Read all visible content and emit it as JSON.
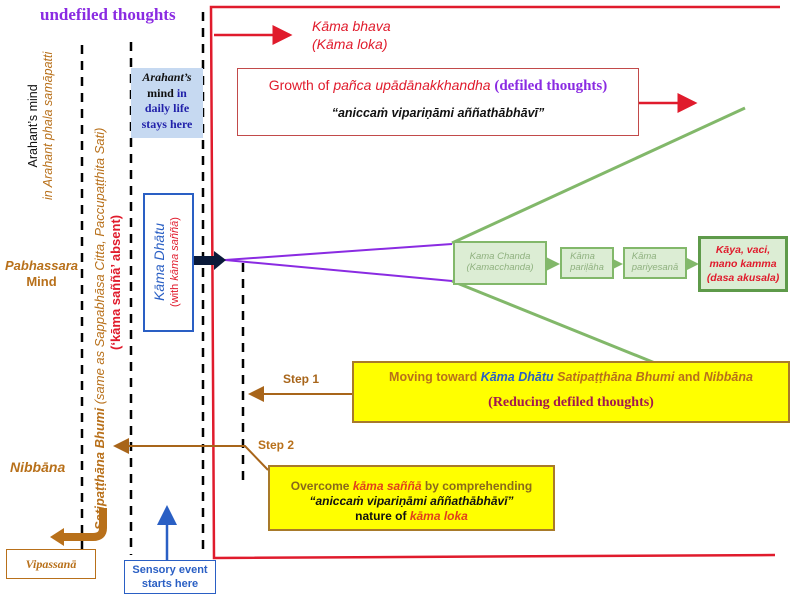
{
  "title": "undefiled thoughts",
  "kama_bhava": {
    "line1": "Kāma bhava",
    "line2_open": "(",
    "line2_text": "Kāma loka",
    "line2_close": ")"
  },
  "growth_box": {
    "prefix": "Growth of ",
    "term": "pañca upādānakkhandha",
    "suffix": " (defiled thoughts)",
    "quote": "“aniccaṁ vipariṇāmi aññathābhāvī”"
  },
  "arahant_daily": {
    "line1": "Arahant’s",
    "line2a": "mind ",
    "line2b": "in",
    "line3": "daily life",
    "line4": "stays here"
  },
  "arahant_samapatti": {
    "line1": "Arahant’s mind",
    "line2": "in Arahant phala samāpatti"
  },
  "pabhassara": {
    "line1": "Pabhassara",
    "line2": "Mind"
  },
  "satipatthana": {
    "term": "Satipaṭṭhāna Bhumi",
    "paren": " (same as Sappabhāsa Citta, Paccupaṭṭhita Sati)",
    "absent": "(‘kāma saññā’ absent)"
  },
  "kama_dhatu": {
    "line1": "Kāma Dhātu",
    "line2_open": "(with ",
    "line2_term": "kāma saññā",
    "line2_close": ")"
  },
  "nibbana": "Nibbāna",
  "vipassana": "Vipassanā",
  "sensory": {
    "line1": "Sensory event",
    "line2": "starts here"
  },
  "chain": [
    {
      "line1": "Kama Chanda",
      "line2": "(Kamacchanda)"
    },
    {
      "line1": "Kāma",
      "line2": "pariḷāha"
    },
    {
      "line1": "Kāma",
      "line2": "pariyesanā"
    }
  ],
  "kamma_box": {
    "line1": "Kāya, vaci,",
    "line2": "mano kamma",
    "line3": "(dasa akusala)"
  },
  "step1": {
    "label": "Step 1",
    "prefix": "Moving toward ",
    "term1": "Kāma Dhātu",
    "term2": " Satipaṭṭhāna Bhumi",
    "mid": " and ",
    "term3": "Nibbāna",
    "line2": "(Reducing defiled thoughts)"
  },
  "step2": {
    "label": "Step 2",
    "l1_prefix": "Overcome ",
    "l1_term": "kāma saññā",
    "l1_suffix": " by comprehending",
    "l2": "“aniccaṁ vipariṇāmi aññathābhāvī”",
    "l3_prefix": "nature of ",
    "l3_term": "kāma loka"
  },
  "colors": {
    "red": "#e01b2c",
    "brown": "#b8701a",
    "blue": "#2a5fc4",
    "purple": "#8a2be2",
    "green": "#82b86a",
    "yellow": "#ffff00"
  }
}
